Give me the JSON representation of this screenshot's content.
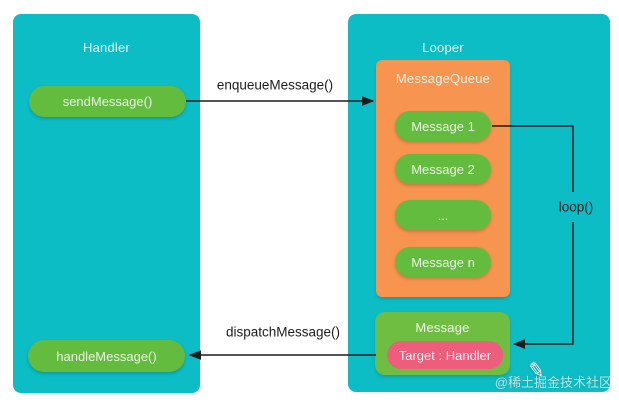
{
  "diagram": {
    "handler": {
      "title": "Handler",
      "send_label": "sendMessage()",
      "handle_label": "handleMessage()"
    },
    "looper": {
      "title": "Looper",
      "queue": {
        "title": "MessageQueue",
        "messages": [
          "Message 1",
          "Message 2",
          "...",
          "Message n"
        ]
      },
      "message": {
        "title": "Message",
        "target_label": "Target : Handler"
      }
    },
    "arrows": {
      "enqueue": "enqueueMessage()",
      "dispatch": "dispatchMessage()",
      "loop": "loop()"
    },
    "watermark": "@稀土掘金技术社区",
    "colors": {
      "teal": "#0cbdc5",
      "orange": "#f7944f",
      "green": "#64bc3e",
      "light_green": "#6fbe42",
      "pink": "#ee5d7b",
      "line": "#1c1c1c",
      "background": "#ffffff"
    }
  }
}
